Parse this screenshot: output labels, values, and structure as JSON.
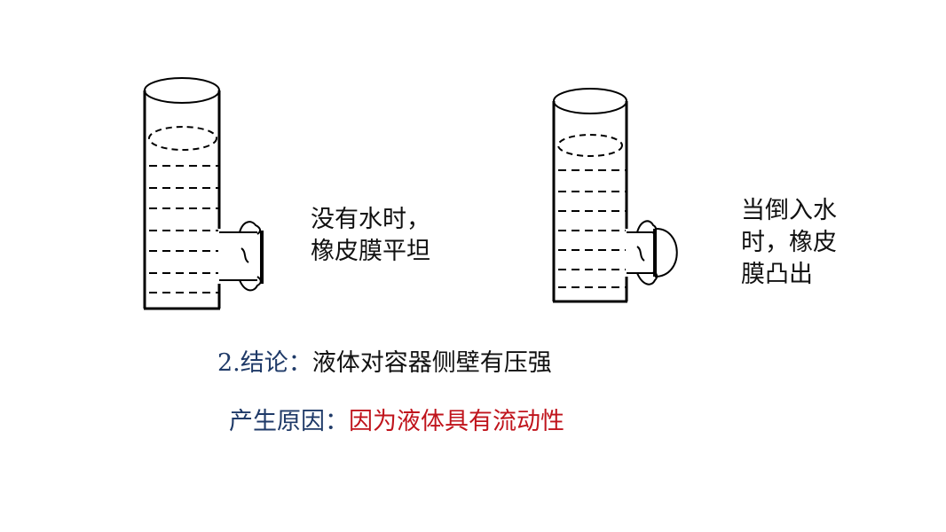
{
  "left_caption": {
    "line1": "没有水时，",
    "line2": "橡皮膜平坦"
  },
  "right_caption": {
    "line1": "当倒入水",
    "line2": "时，橡皮",
    "line3": "膜凸出"
  },
  "conclusion": {
    "number": "2.",
    "label": "结论：",
    "text": "液体对容器侧壁有压强"
  },
  "reason": {
    "label": "产生原因：",
    "text": "因为液体具有流动性"
  },
  "colors": {
    "label_blue": "#1f3a68",
    "highlight_red": "#c0141c",
    "body_text": "#111111",
    "stroke": "#000000"
  }
}
